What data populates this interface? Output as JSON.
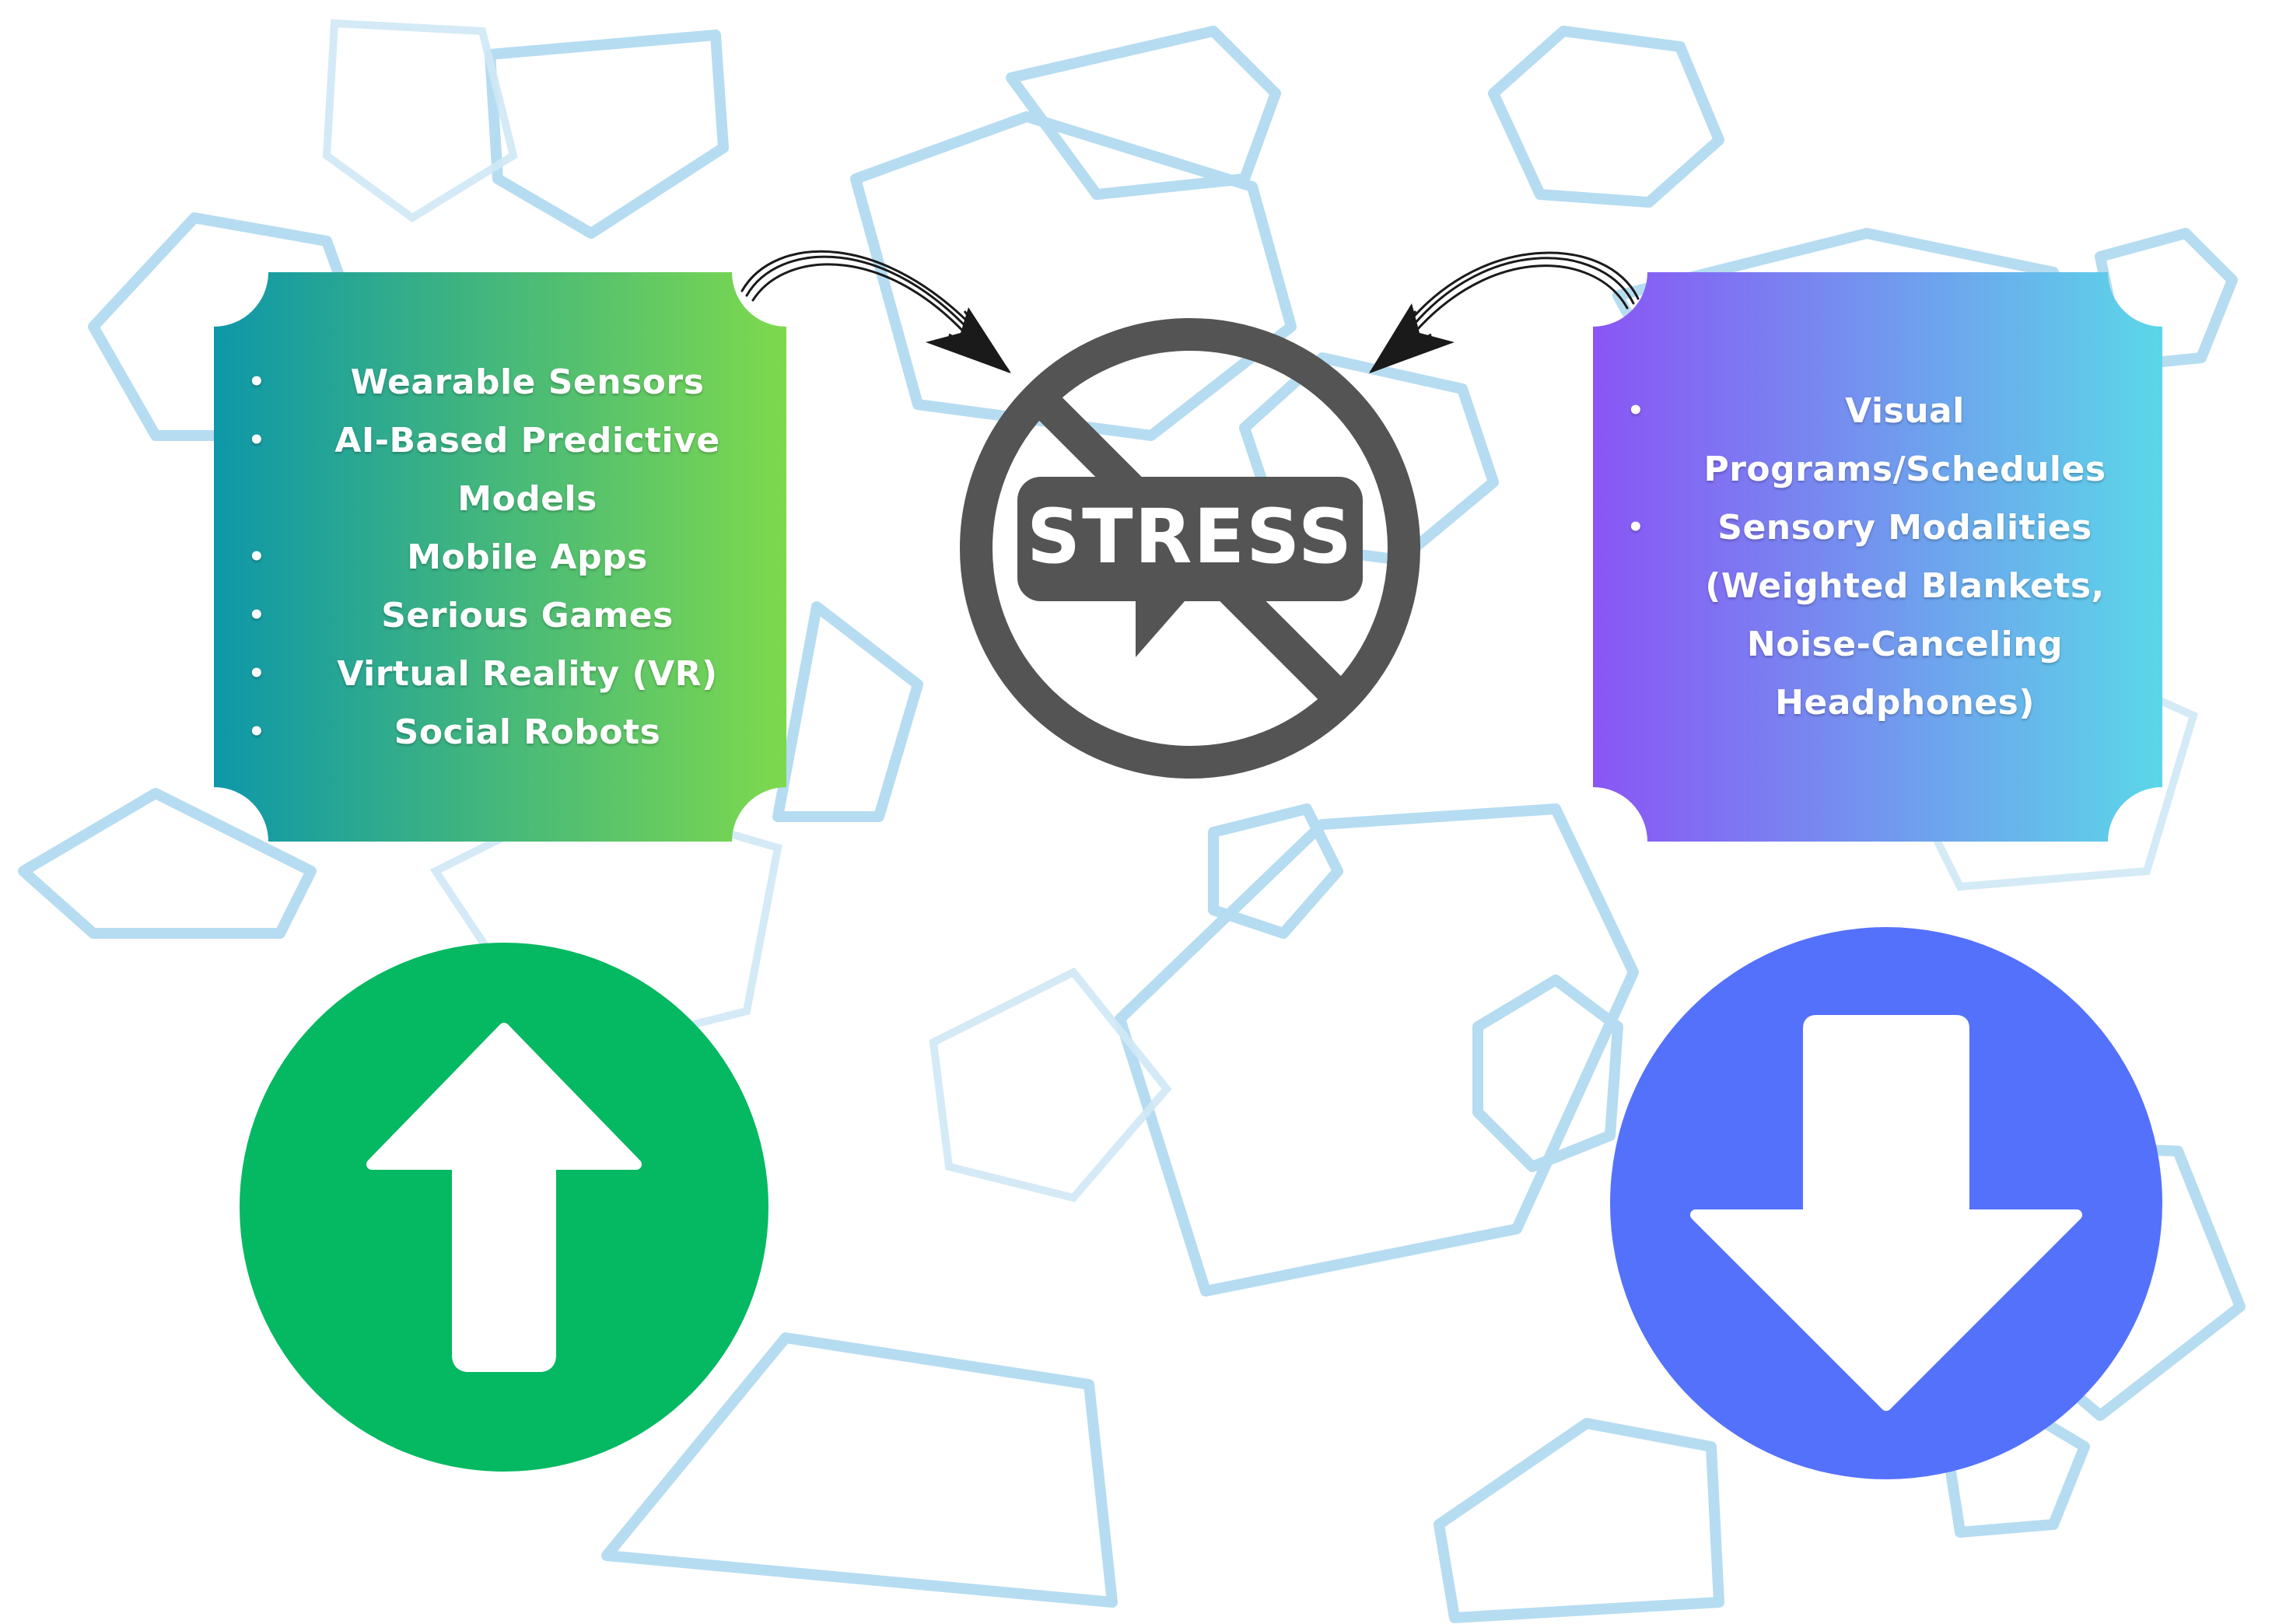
{
  "left_card": {
    "items": [
      "Wearable Sensors",
      "AI-Based Predictive Models",
      "Mobile Apps",
      "Serious Games",
      "Virtual Reality (VR)",
      "Social Robots"
    ],
    "gradient_from": "#0e97a9",
    "gradient_to": "#7dd94d"
  },
  "right_card": {
    "items": [
      "Visual Programs/Schedules",
      "Sensory Modalities (Weighted Blankets, Noise-Canceling Headphones)"
    ],
    "gradient_from": "#8a55f5",
    "gradient_to": "#5bd7e8"
  },
  "stress_sign": {
    "label": "STRESS",
    "color": "#545454"
  },
  "up_arrow": {
    "icon": "arrow-up-icon",
    "color": "#05b862"
  },
  "down_arrow": {
    "icon": "arrow-down-icon",
    "color": "#5471fc"
  },
  "background": {
    "pattern": "hexagon-outlines",
    "color": "#a9d6ee"
  }
}
